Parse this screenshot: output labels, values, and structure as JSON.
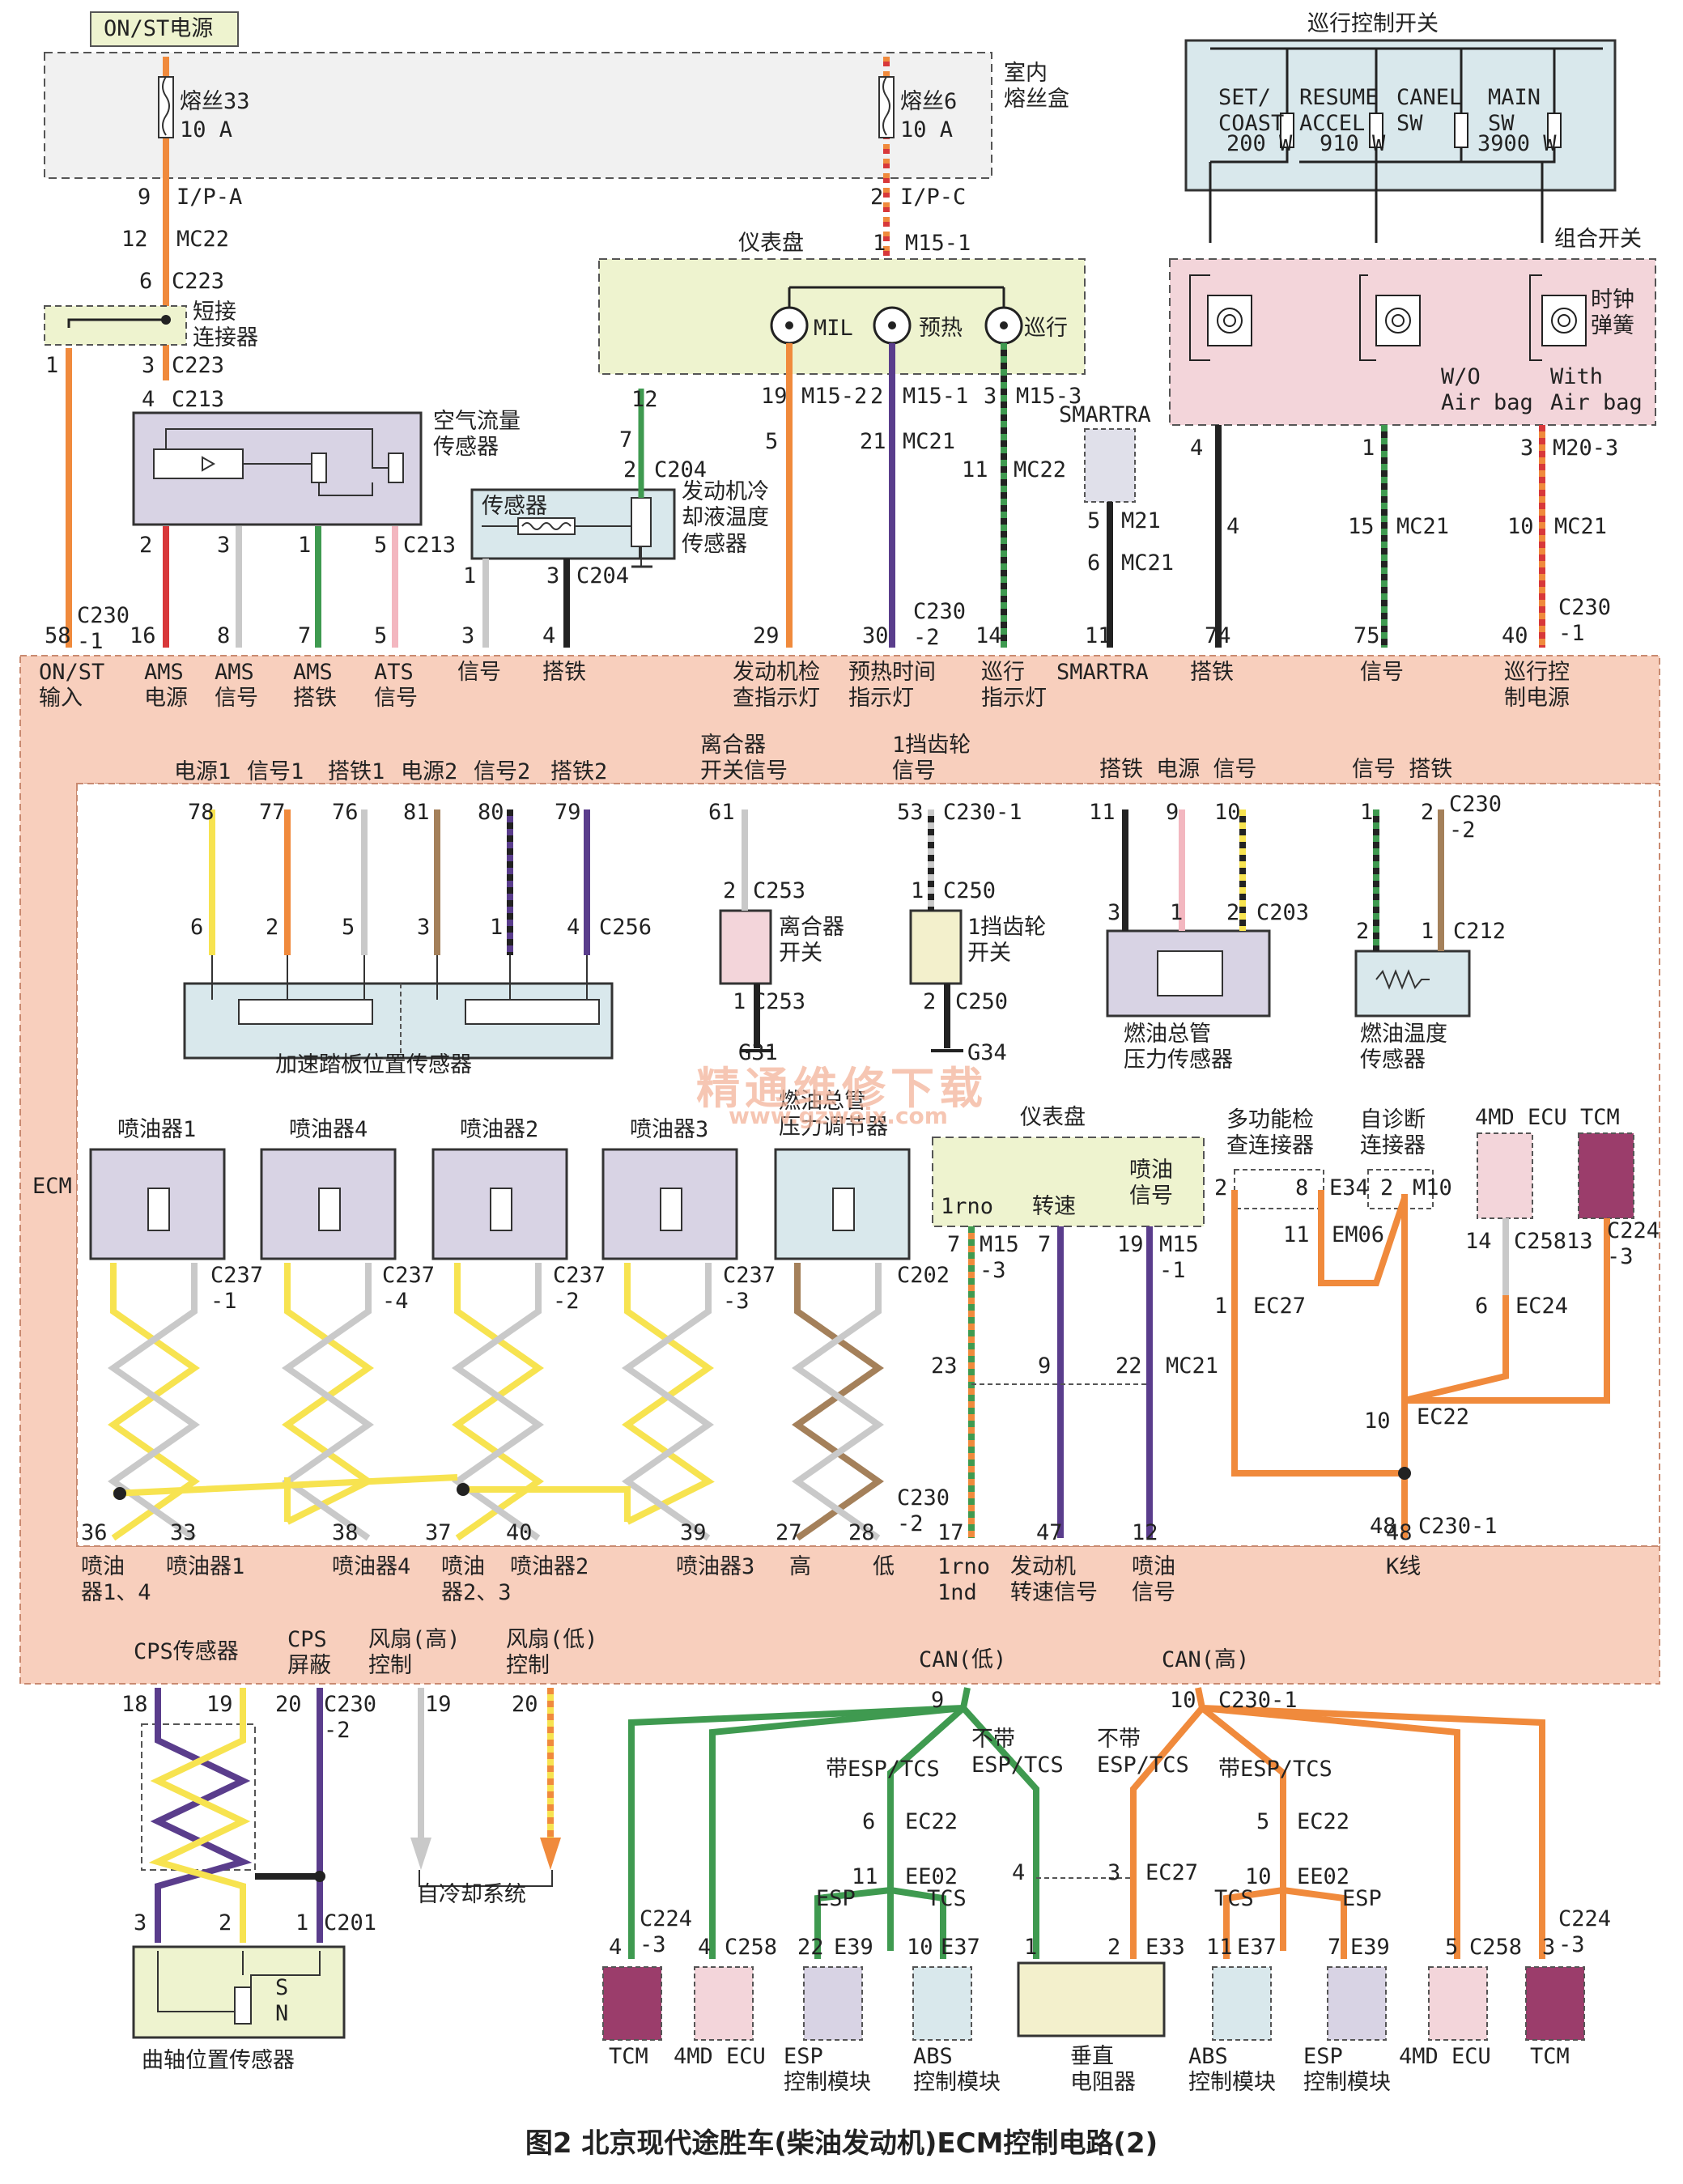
{
  "caption": "图2 北京现代途胜车(柴油发动机)ECM控制电路(2)",
  "watermark": {
    "text": "精通维修下载",
    "url": "www.gzweix.com"
  },
  "colors": {
    "ecm_fill": "#f8cfbd",
    "fuse_fill": "#f1f1f1",
    "panel_fill": "#eef3cf",
    "cruise_fill": "#d9e8ec",
    "clock_fill": "#f3d5da",
    "sensor_fill": "#d8d3e4",
    "tcm_fill": "#9b3d6b",
    "wire_yellow": "#f7e350",
    "wire_orange": "#f08a3c",
    "wire_red": "#d8383a",
    "wire_green": "#3f9a50",
    "wire_purple": "#5a3d8c",
    "wire_black": "#222222",
    "wire_gray": "#c9c9c9",
    "wire_pink": "#f3b7c0",
    "wire_brown": "#a4805a"
  },
  "top": {
    "power_label": "ON/ST电源",
    "fuse_box": "室内\n熔丝盒",
    "fuse33": {
      "name": "熔丝33",
      "amp": "10 A",
      "pin": "9",
      "conn": "I/P-A"
    },
    "fuse6": {
      "name": "熔丝6",
      "amp": "10 A",
      "pin": "2",
      "conn": "I/P-C"
    },
    "mc22": {
      "pin": "12",
      "conn": "MC22"
    },
    "c223a": {
      "pin": "6",
      "conn": "C223"
    },
    "short_connector": "短接\n连接器",
    "c223b": {
      "pin1": "1",
      "pin3": "3",
      "conn": "C223"
    },
    "c213": {
      "pin": "4",
      "conn": "C213"
    },
    "air_flow_sensor": "空气流量\n传感器",
    "afs_pins": [
      "2",
      "3",
      "1",
      "5"
    ],
    "afs_conn": "C213"
  },
  "temp_sensor": {
    "title": "传感器",
    "name": "发动机冷\n却液温度\n传感器",
    "pins": [
      "1",
      "3"
    ],
    "conn": "C204",
    "top_pin": "2",
    "top_conn": "C204",
    "top_pin7": "7",
    "top_pin12": "12"
  },
  "cluster": {
    "title": "仪表盘",
    "pin_top": "1",
    "conn_top": "M15-1",
    "lamps": [
      "MIL",
      "预热",
      "巡行"
    ],
    "pins": [
      {
        "pin": "19",
        "conn": "M15-2"
      },
      {
        "pin": "2",
        "conn": "M15-1"
      },
      {
        "pin": "3",
        "conn": "M15-3"
      }
    ],
    "lower": [
      {
        "pin": "5"
      },
      {
        "pin": "21",
        "conn": "MC21"
      },
      {
        "pin": "11",
        "conn": "MC22"
      }
    ]
  },
  "smartra": {
    "name": "SMARTRA",
    "pins": [
      {
        "pin": "5",
        "conn": "M21"
      },
      {
        "pin": "6",
        "conn": "MC21"
      }
    ]
  },
  "cruise": {
    "title": "巡行控制开关",
    "switches": [
      {
        "name": "SET/\nCOAST",
        "r": "200 W"
      },
      {
        "name": "RESUME\nACCEL",
        "r": "910 W"
      },
      {
        "name": "CANEL\nSW",
        "r": ""
      },
      {
        "name": "MAIN\nSW",
        "r": "3900 W"
      }
    ]
  },
  "clock_spring": {
    "title": "组合开关",
    "name": "时钟\n弹簧",
    "wo": "W/O\nAir bag",
    "with": "With\nAir bag",
    "pins": [
      {
        "pin": "4"
      },
      {
        "pin": "1"
      },
      {
        "pin": "3",
        "conn": "M20-3"
      }
    ],
    "lower": [
      {
        "pin": "4"
      },
      {
        "pin": "15",
        "conn": "MC21"
      },
      {
        "pin": "10",
        "conn": "MC21"
      }
    ]
  },
  "ecm_top_pins": [
    {
      "pin": "58",
      "label": "ON/ST\n输入"
    },
    {
      "pin": "16",
      "label": "AMS\n电源"
    },
    {
      "pin": "8",
      "label": "AMS\n信号"
    },
    {
      "pin": "7",
      "label": "AMS\n搭铁"
    },
    {
      "pin": "5",
      "label": "ATS\n信号"
    },
    {
      "pin": "3",
      "label": "信号"
    },
    {
      "pin": "4",
      "label": "搭铁"
    },
    {
      "pin": "29",
      "label": "发动机检\n查指示灯"
    },
    {
      "pin": "30",
      "label": "预热时间\n指示灯"
    },
    {
      "pin": "14",
      "label": "巡行\n指示灯"
    },
    {
      "pin": "11",
      "label": "SMARTRA"
    },
    {
      "pin": "74",
      "label": "搭铁"
    },
    {
      "pin": "75",
      "label": "信号"
    },
    {
      "pin": "40",
      "label": "巡行控\n制电源"
    }
  ],
  "ecm_conns": {
    "c230_1": "C230\n-1",
    "c230_2": "C230\n-2",
    "ecm": "ECM"
  },
  "pedal": {
    "name": "加速踏板位置传感器",
    "signals": [
      {
        "pin": "78",
        "label": "电源1"
      },
      {
        "pin": "77",
        "label": "信号1"
      },
      {
        "pin": "76",
        "label": "搭铁1"
      },
      {
        "pin": "81",
        "label": "电源2"
      },
      {
        "pin": "80",
        "label": "信号2"
      },
      {
        "pin": "79",
        "label": "搭铁2"
      }
    ],
    "pins": [
      "6",
      "2",
      "5",
      "3",
      "1",
      "4"
    ],
    "conn": "C256"
  },
  "clutch": {
    "top": "离合器\n开关信号",
    "pin": "61",
    "c253": "C253",
    "p2": "2",
    "p1": "1",
    "name": "离合器\n开关",
    "ground": "G31"
  },
  "gear1": {
    "top": "1挡齿轮\n信号",
    "pin": "53",
    "conn": "C230-1",
    "c250": "C250",
    "p1": "1",
    "p2": "2",
    "name": "1挡齿轮\n开关",
    "ground": "G34"
  },
  "rail_pressure": {
    "header": "搭铁 电源 信号",
    "pins": [
      "11",
      "9",
      "10"
    ],
    "lower": [
      "3",
      "1",
      "2"
    ],
    "conn": "C203",
    "name": "燃油总管\n压力传感器"
  },
  "fuel_temp": {
    "header": "信号 搭铁",
    "pins": [
      "1",
      "2"
    ],
    "conn": "C230\n-2",
    "lower": [
      "2",
      "1"
    ],
    "c212": "C212",
    "name": "燃油温度\n传感器"
  },
  "injectors": [
    {
      "name": "喷油器1",
      "conn": "C237\n-1"
    },
    {
      "name": "喷油器4",
      "conn": "C237\n-4"
    },
    {
      "name": "喷油器2",
      "conn": "C237\n-2"
    },
    {
      "name": "喷油器3",
      "conn": "C237\n-3"
    }
  ],
  "rail_reg": {
    "name": "燃油总管\n压力调节器",
    "conn": "C202"
  },
  "cluster2": {
    "title": "仪表盘",
    "cols": [
      "1rno",
      "转速",
      "喷油\n信号"
    ],
    "pins": [
      {
        "pin": "7",
        "conn": "M15\n-3"
      },
      {
        "pin": "7"
      },
      {
        "pin": "19",
        "conn": "M15\n-1"
      }
    ],
    "mid": [
      {
        "pin": "23"
      },
      {
        "pin": "9"
      },
      {
        "pin": "22",
        "conn": "MC21"
      }
    ]
  },
  "diag": {
    "multi": "多功能检\n查连接器",
    "self": "自诊断\n连接器",
    "ecu4md": "4MD ECU",
    "tcm": "TCM",
    "pins": {
      "p2": "2",
      "p8": "8",
      "e34": "E34",
      "p2b": "2",
      "m10": "M10",
      "p11": "11",
      "em06": "EM06",
      "p1": "1",
      "ec27": "EC27",
      "p14": "14",
      "c258": "C258",
      "p13": "13",
      "c224": "C224\n-3",
      "p6": "6",
      "ec24": "EC24",
      "p10": "10",
      "ec22": "EC22",
      "p48": "48",
      "c230": "C230-1"
    }
  },
  "ecm_mid_pins": [
    {
      "pin": "36",
      "label": "喷油\n器1、4"
    },
    {
      "pin": "33",
      "label": "喷油器1"
    },
    {
      "pin": "38",
      "label": "喷油器4"
    },
    {
      "pin": "37",
      "label": "喷油\n器2、3"
    },
    {
      "pin": "40",
      "label": "喷油器2"
    },
    {
      "pin": "39",
      "label": "喷油器3"
    },
    {
      "pin": "27",
      "label": "高"
    },
    {
      "pin": "28",
      "label": "低"
    },
    {
      "pin": "17",
      "label": "1rno\n1nd"
    },
    {
      "pin": "47",
      "label": "发动机\n转速信号"
    },
    {
      "pin": "12",
      "label": "喷油\n信号"
    },
    {
      "pin": "48",
      "label": "K线"
    }
  ],
  "ecm_bottom": [
    {
      "pin": "18",
      "label": "CPS传感器"
    },
    {
      "pin": "19",
      "label": ""
    },
    {
      "pin": "20",
      "label": "CPS\n屏蔽"
    },
    {
      "pin": "19",
      "label": "风扇(高)\n控制"
    },
    {
      "pin": "20",
      "label": "风扇(低)\n控制"
    }
  ],
  "bottom": {
    "c230_2": "C230\n-2",
    "cps_name": "曲轴位置传感器",
    "cps_pins": [
      "3",
      "2",
      "1"
    ],
    "c201": "C201",
    "sn": "S\nN",
    "cooling": "自冷却系统",
    "can_low": {
      "label": "CAN(低)",
      "pin": "9"
    },
    "can_high": {
      "label": "CAN(高)",
      "pin": "10",
      "conn": "C230-1"
    },
    "esp_tcs_left": [
      "带ESP/TCS",
      "不带\nESP/TCS"
    ],
    "esp_tcs_right": [
      "不带\nESP/TCS",
      "带ESP/TCS"
    ],
    "ec22_l": {
      "pin": "6",
      "conn": "EC22"
    },
    "ee02_l": {
      "pin": "11",
      "conn": "EE02"
    },
    "ec22_r": {
      "pin": "5",
      "conn": "EC22"
    },
    "ee02_r": {
      "pin": "10",
      "conn": "EE02"
    },
    "ec27": {
      "pin4": "4",
      "pin3": "3",
      "conn": "EC27"
    },
    "modules": [
      {
        "name": "TCM",
        "pin": "4",
        "conn": "C224\n-3"
      },
      {
        "name": "4MD ECU",
        "pin": "4",
        "conn": "C258"
      },
      {
        "name": "ESP\n控制模块",
        "pin": "22",
        "conn": "E39",
        "tag": "ESP"
      },
      {
        "name": "ABS\n控制模块",
        "pin": "10",
        "conn": "E37",
        "tag": "TCS"
      },
      {
        "name": "垂直\n电阻器",
        "pin": "1",
        "pin2": "2",
        "conn": "E33"
      },
      {
        "name": "ABS\n控制模块",
        "pin": "11",
        "conn": "E37",
        "tag": "TCS"
      },
      {
        "name": "ESP\n控制模块",
        "pin": "7",
        "conn": "E39",
        "tag": "ESP"
      },
      {
        "name": "4MD ECU",
        "pin": "5",
        "conn": "C258"
      },
      {
        "name": "TCM",
        "pin": "3",
        "conn": "C224\n-3"
      }
    ]
  }
}
